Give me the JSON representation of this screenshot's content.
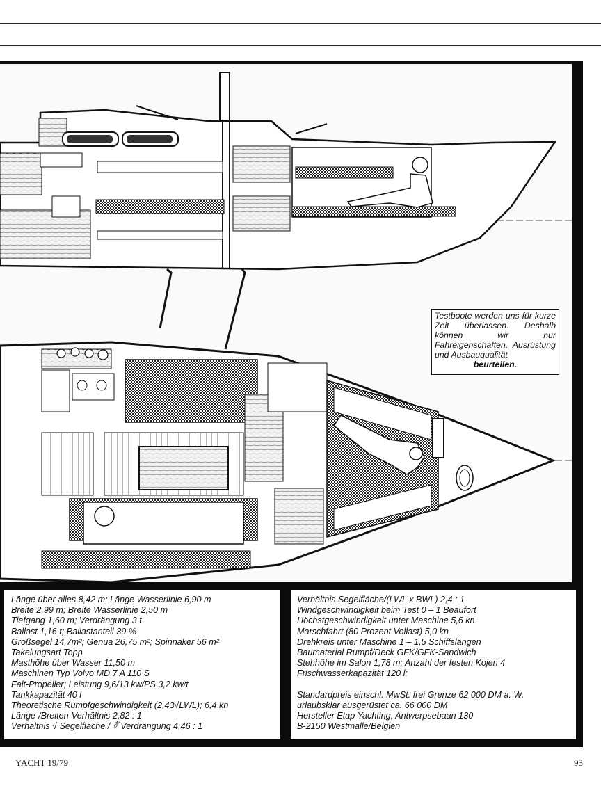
{
  "callout": {
    "text": "Testboote werden uns für kurze Zeit überlassen. Deshalb können wir nur Fahreigenschaften, Ausrüstung und Ausbauqualität",
    "last_line": "beurteilen."
  },
  "specs_left": [
    "Länge über alles 8,42 m; Länge Wasserlinie 6,90 m",
    "Breite 2,99 m; Breite Wasserlinie 2,50 m",
    "Tiefgang 1,60 m; Verdrängung 3 t",
    "Ballast 1,16 t; Ballastanteil 39 %",
    "Großsegel 14,7m²; Genua 26,75 m²; Spinnaker 56 m²",
    "Takelungsart Topp",
    "Masthöhe über Wasser 11,50 m",
    "Maschinen Typ Volvo MD 7 A 110 S",
    "Falt-Propeller; Leistung 9,6/13 kw/PS 3,2 kw/t",
    "Tankkapazität 40 l",
    "Theoretische Rumpfgeschwindigkeit (2,43√LWL); 6,4 kn",
    "Länge-/Breiten-Verhältnis 2,82 : 1",
    "Verhältnis √ Segelfläche / ∛ Verdrängung 4,46 : 1"
  ],
  "specs_right": [
    "Verhältnis Segelfläche/(LWL x BWL) 2,4 : 1",
    "Windgeschwindigkeit beim Test 0 – 1 Beaufort",
    "Höchstgeschwindigkeit unter Maschine 5,6 kn",
    "Marschfahrt (80 Prozent Vollast) 5,0 kn",
    "Drehkreis unter Maschine 1 – 1,5 Schiffslängen",
    "Baumaterial Rumpf/Deck GFK/GFK-Sandwich",
    "Stehhöhe im Salon 1,78 m; Anzahl der festen Kojen 4",
    "Frischwasserkapazität 120 l;"
  ],
  "specs_right_price": [
    "Standardpreis einschl. MwSt. frei Grenze 62 000 DM a. W.",
    "urlaubsklar ausgerüstet ca. 66 000 DM",
    "Hersteller Etap Yachting, Antwerpsebaan 130",
    "B-2150 Westmalle/Belgien"
  ],
  "footer": {
    "magazine": "YACHT 19/79",
    "page_number": "93"
  }
}
